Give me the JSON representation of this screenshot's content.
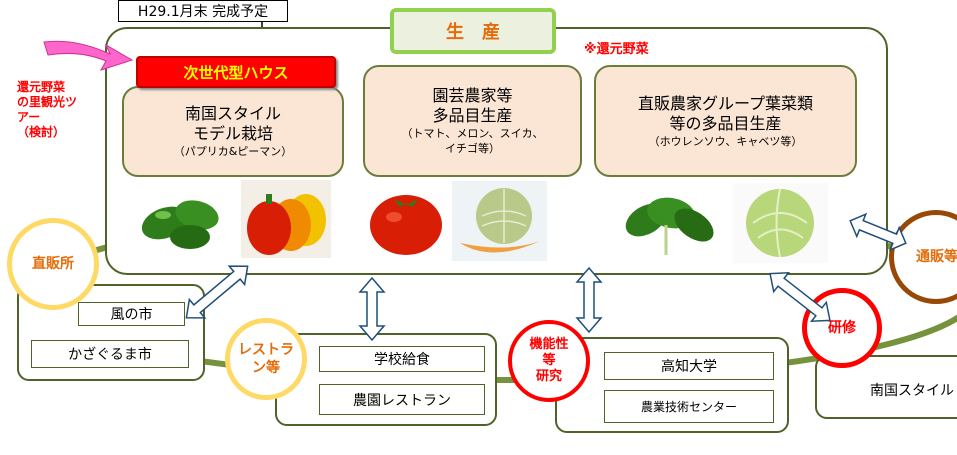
{
  "header": {
    "schedule": "H29.1月末 完成予定",
    "production": "生　産",
    "note": "※還元野菜"
  },
  "tour": {
    "lines": [
      "還元野菜",
      "の里観光ツ",
      "アー",
      "（検討）"
    ]
  },
  "next_house": "次世代型ハウス",
  "producers": [
    {
      "main": [
        "南国スタイル",
        "モデル栽培"
      ],
      "sub": [
        "（パプリカ&ピーマン）"
      ]
    },
    {
      "main": [
        "園芸農家等",
        "多品目生産"
      ],
      "sub": [
        "（トマト、メロン、スイカ、",
        "イチゴ等）"
      ]
    },
    {
      "main": [
        "直販農家グループ葉菜類",
        "等の多品目生産"
      ],
      "sub": [
        "（ホウレンソウ、キャベツ等）"
      ]
    }
  ],
  "outlets": {
    "direct": {
      "title": "直販所",
      "items": [
        "風の市",
        "かざぐるま市"
      ]
    },
    "restaurant": {
      "title": [
        "レストラ",
        "ン等"
      ],
      "items": [
        "学校給食",
        "農園レストラン"
      ]
    },
    "research": {
      "title": [
        "機能性",
        "等",
        "研究"
      ],
      "items": [
        "高知大学",
        "農業技術センター"
      ]
    },
    "training": {
      "title": "研修",
      "items": [
        "南国スタイル"
      ]
    },
    "mailorder": {
      "title": "通販等"
    }
  },
  "images": {
    "green_pepper": "green-peppers",
    "paprika": "paprika",
    "tomato": "tomato",
    "melon": "melon",
    "spinach": "spinach",
    "cabbage": "cabbage"
  },
  "colors": {
    "olive": "#76923c",
    "dark_olive": "#4f6228",
    "orange": "#e46c0a",
    "red": "#ff0000",
    "brown": "#984807",
    "peach": "#fbe6d5",
    "pink": "#ff66cc",
    "arrow_blue": "#1f4e79"
  }
}
